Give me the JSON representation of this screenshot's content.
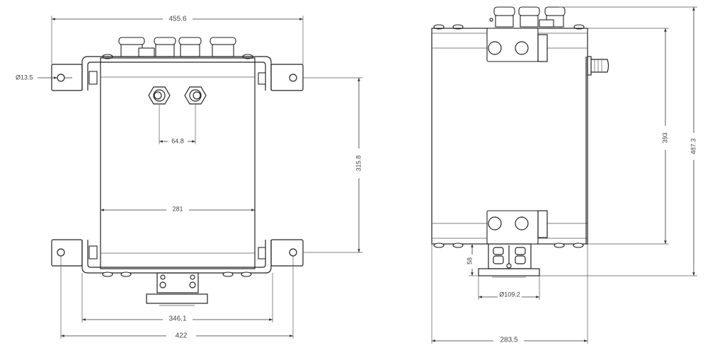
{
  "front_view": {
    "dimensions": {
      "overall_width": "455.6",
      "hole_diameter": "Ø13.5",
      "fitting_spacing": "64.8",
      "hole_vertical_spacing": "315.8",
      "body_width": "281",
      "bracket_width": "346.1",
      "hole_horizontal_spacing": "422"
    }
  },
  "side_view": {
    "dimensions": {
      "body_height": "393",
      "overall_height": "487.3",
      "outlet_height": "58",
      "flange_diameter": "Ø109.2",
      "overall_depth": "283.5"
    }
  },
  "colors": {
    "line": "#222222",
    "background": "#ffffff"
  }
}
